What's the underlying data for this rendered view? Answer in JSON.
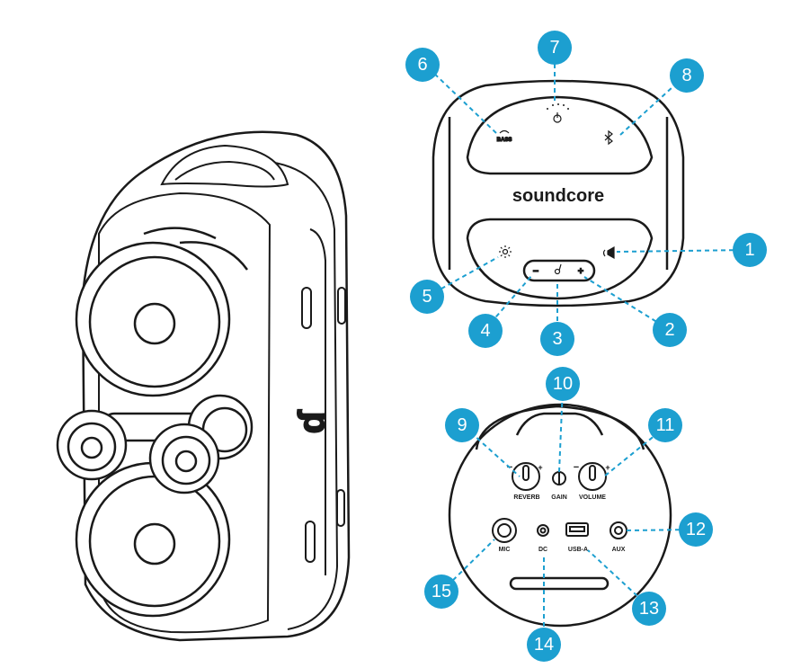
{
  "brand": "soundcore",
  "accent_color": "#1c9fd0",
  "callouts": [
    "1",
    "2",
    "3",
    "4",
    "5",
    "6",
    "7",
    "8",
    "9",
    "10",
    "11",
    "12",
    "13",
    "14",
    "15"
  ],
  "top_icons": {
    "bass": "BASS",
    "power": "power-icon",
    "bluetooth": "bluetooth-icon",
    "light": "light-icon",
    "minus": "−",
    "plus": "+",
    "mode": "soundcore-icon",
    "party": "party-icon"
  },
  "back_labels": {
    "reverb": "REVERB",
    "gain": "GAIN",
    "volume": "VOLUME",
    "mic": "MIC",
    "dc": "DC",
    "usb_a": "USB-A",
    "aux": "AUX",
    "minus": "−",
    "plus": "+"
  }
}
